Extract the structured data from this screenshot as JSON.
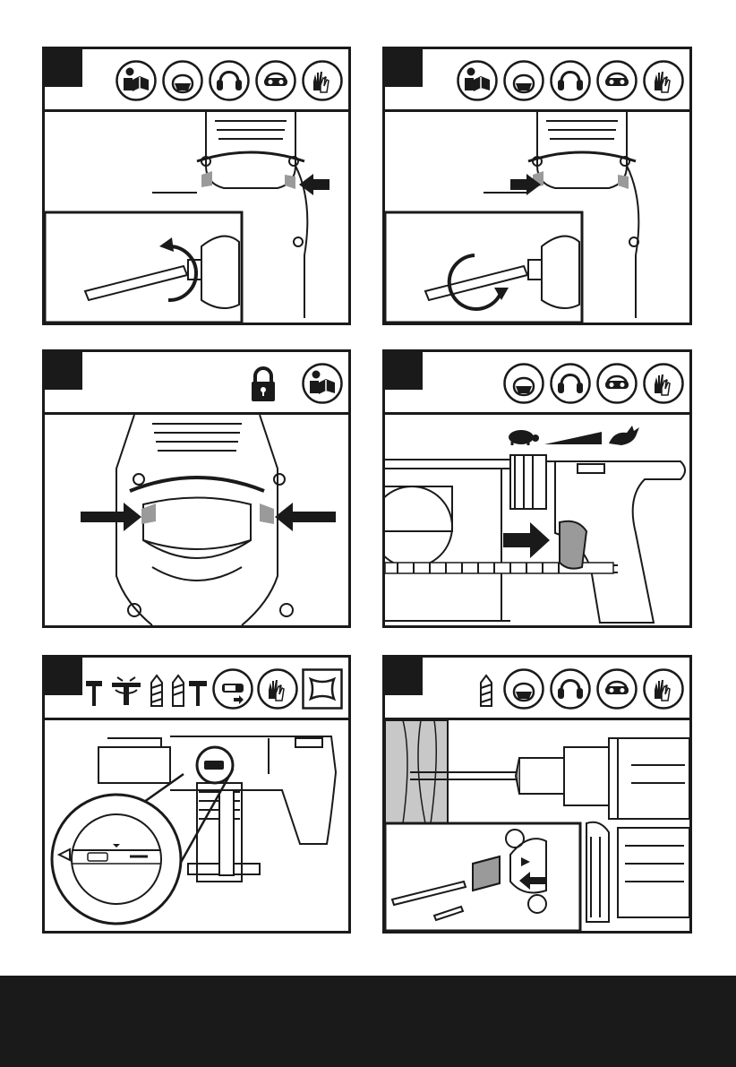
{
  "panels": [
    {
      "id": "p1",
      "number": "",
      "icons": [
        "manual-icon",
        "dust-mask-icon",
        "ear-protection-icon",
        "goggles-icon",
        "gloves-icon"
      ]
    },
    {
      "id": "p2",
      "number": "",
      "icons": [
        "manual-icon",
        "dust-mask-icon",
        "ear-protection-icon",
        "goggles-icon",
        "gloves-icon"
      ]
    },
    {
      "id": "p3",
      "number": "",
      "icons": [
        "padlock-icon",
        "manual-icon"
      ]
    },
    {
      "id": "p4",
      "number": "",
      "icons": [
        "dust-mask-icon",
        "ear-protection-icon",
        "goggles-icon",
        "gloves-icon"
      ],
      "speed_icons": [
        "turtle-icon",
        "speed-bars-icon",
        "rabbit-icon"
      ]
    },
    {
      "id": "p5",
      "number": "",
      "icons": [
        "hammer-icon",
        "chisel-icon",
        "drill-bit-icon",
        "hammer-drill-icon",
        "mode-switch-icon",
        "gloves-icon",
        "material-icon"
      ]
    },
    {
      "id": "p6",
      "number": "",
      "icons": [
        "drill-bit-icon",
        "dust-mask-icon",
        "ear-protection-icon",
        "goggles-icon",
        "gloves-icon"
      ]
    }
  ],
  "colors": {
    "ink": "#1a1a1a",
    "paper": "#ffffff",
    "grey": "#9a9a9a",
    "wood": "#c8c8c8"
  }
}
